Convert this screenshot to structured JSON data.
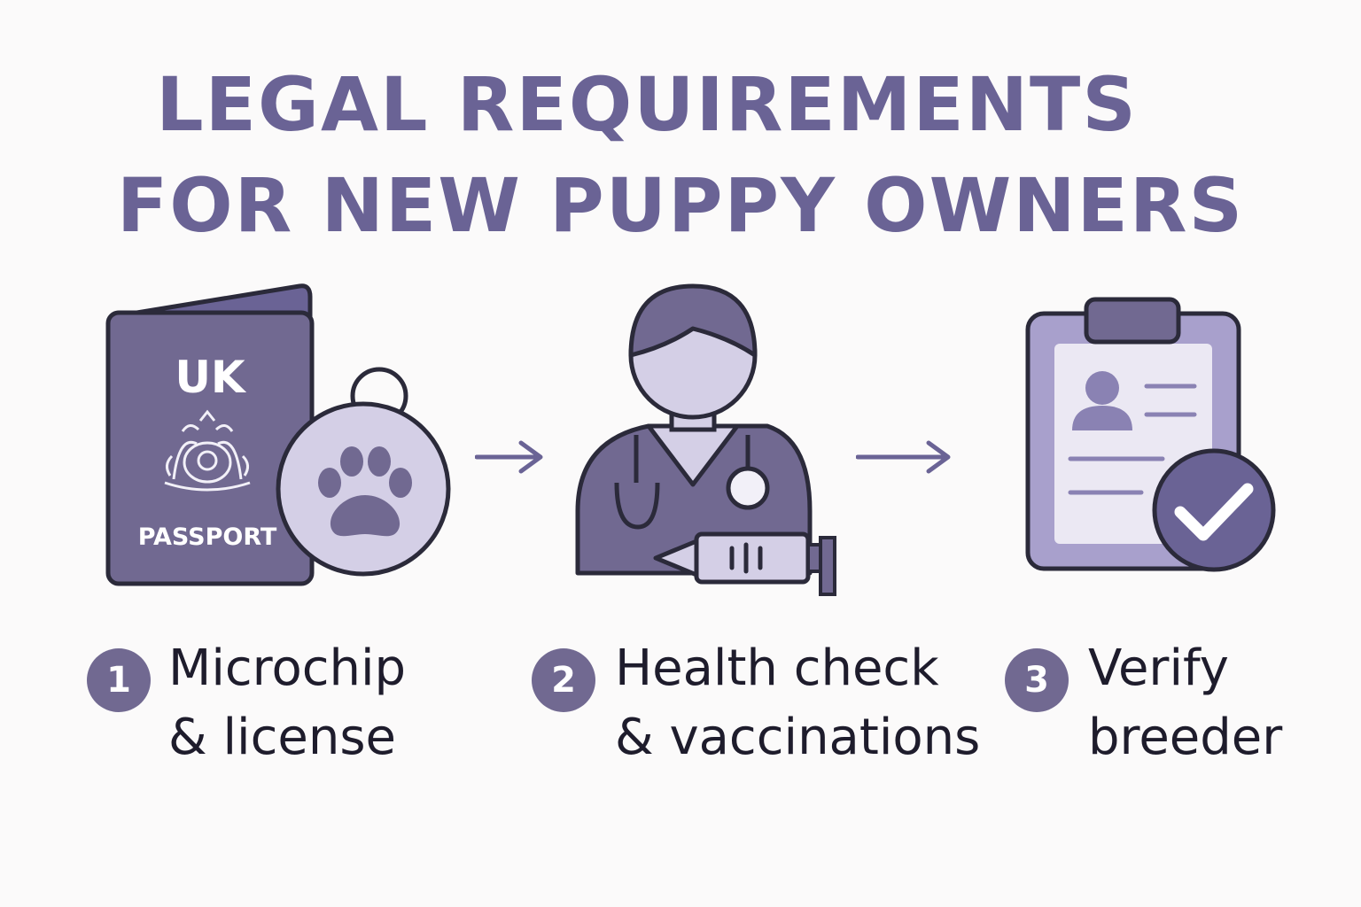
{
  "title": {
    "line1": "LEGAL REQUIREMENTS",
    "line2": "FOR NEW PUPPY OWNERS"
  },
  "passport": {
    "country": "UK",
    "label": "PASSPORT"
  },
  "icons": {
    "passport": "passport-icon",
    "tag": "paw-tag-icon",
    "vet": "veterinarian-icon",
    "syringe": "syringe-icon",
    "clipboard": "clipboard-icon",
    "check": "checkmark-icon",
    "arrow": "arrow-right-icon"
  },
  "steps": [
    {
      "number": "1",
      "line1": "Microchip",
      "line2": "& license"
    },
    {
      "number": "2",
      "line1": "Health check",
      "line2": "& vaccinations"
    },
    {
      "number": "3",
      "line1": "Verify",
      "line2": "breeder"
    }
  ],
  "colors": {
    "primary": "#6a6395",
    "dark_purple": "#716991",
    "light_purple": "#d4cfe6",
    "outline": "#2b2a3a",
    "background": "#fbfafa"
  }
}
